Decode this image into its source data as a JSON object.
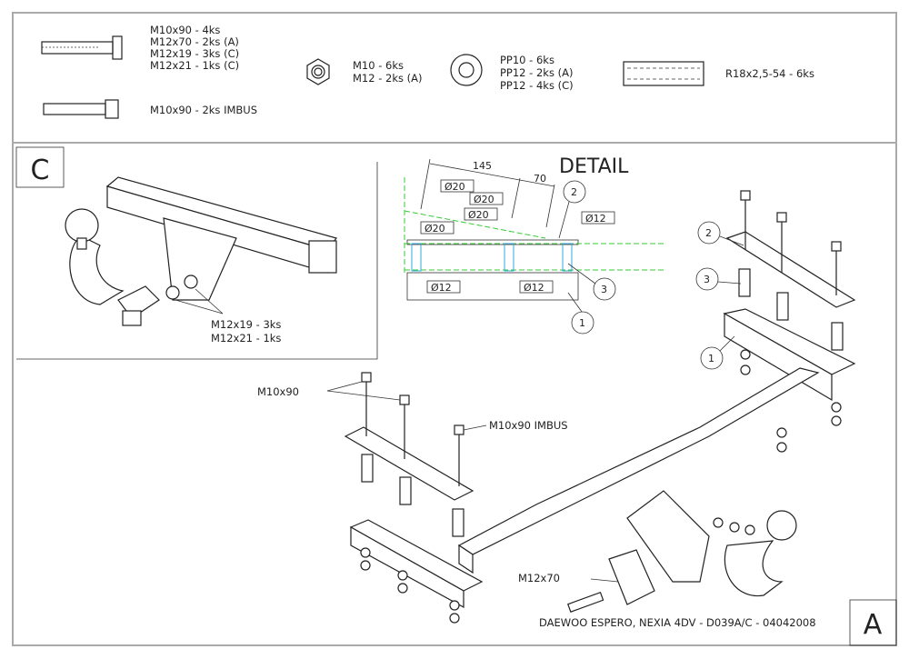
{
  "parts_list": {
    "bolts": [
      "M10x90 - 4ks",
      "M12x70 - 2ks (A)",
      "M12x19 - 3ks (C)",
      "M12x21 - 1ks (C)"
    ],
    "imbus": "M10x90 - 2ks IMBUS",
    "nuts": [
      "M10 - 6ks",
      "M12 - 2ks (A)"
    ],
    "washers": [
      "PP10 - 6ks",
      "PP12 - 2ks (A)",
      "PP12 - 4ks (C)"
    ],
    "spacer": "R18x2,5-54 - 6ks"
  },
  "view_c": {
    "label": "C",
    "bolts": [
      "M12x19 - 3ks",
      "M12x21 - 1ks"
    ]
  },
  "detail": {
    "title": "DETAIL",
    "dims": [
      "145",
      "70"
    ],
    "diameters_top": [
      "Ø20",
      "Ø20",
      "Ø20",
      "Ø20",
      "Ø12"
    ],
    "diameters_bottom": [
      "Ø12",
      "Ø12"
    ],
    "callouts": [
      "2",
      "3",
      "1"
    ]
  },
  "view_a": {
    "label": "A",
    "callouts": [
      "2",
      "3",
      "1"
    ],
    "labels": {
      "m10x90": "M10x90",
      "imbus": "M10x90 IMBUS",
      "m12x70": "M12x70"
    },
    "footer": "DAEWOO ESPERO, NEXIA 4DV - D039A/C - 04042008"
  }
}
